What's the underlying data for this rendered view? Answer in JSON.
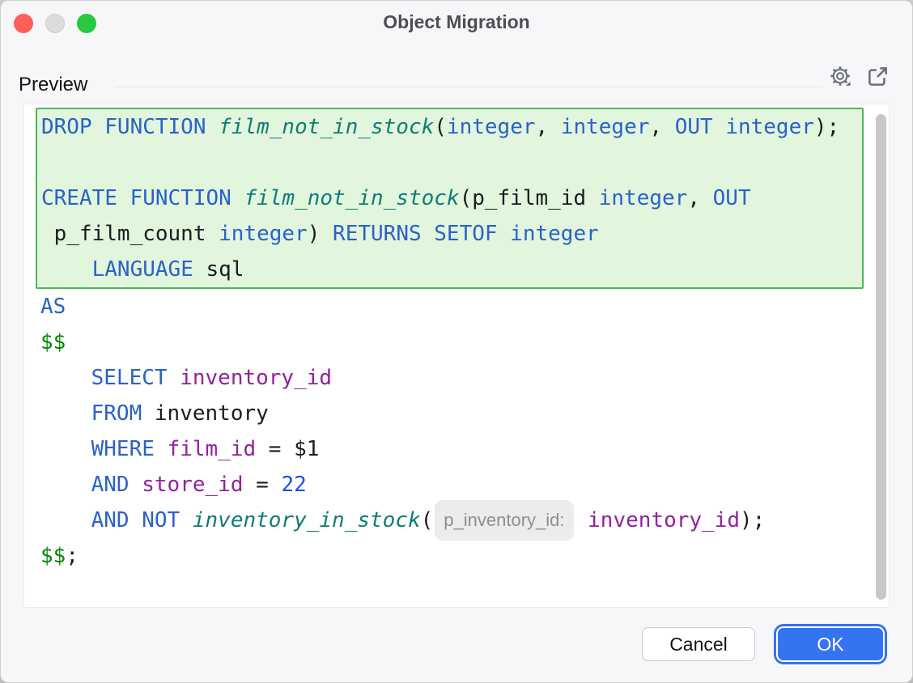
{
  "window": {
    "title": "Object Migration"
  },
  "titlebar_icons": [
    "close-icon",
    "minimize-icon",
    "zoom-icon"
  ],
  "toolbar": {
    "preview_label": "Preview",
    "icons": [
      "gear-icon",
      "open-in-new-window-icon"
    ]
  },
  "editor": {
    "colors": {
      "keyword": "#2A62C8",
      "function": "#0E7D76",
      "column": "#92219E",
      "number": "#1750EB",
      "dollar_quote": "#078408",
      "plain": "#1A1C20",
      "hint_text": "#8C8E92",
      "hint_bg": "#ECECED",
      "highlight_bg": "#E2F6DD",
      "highlight_border": "#4FB75C"
    },
    "parameter_hint": "p_inventory_id:",
    "lines": [
      {
        "hl": true,
        "segments": [
          {
            "t": "DROP FUNCTION ",
            "c": "kw"
          },
          {
            "t": "film_not_in_stock",
            "c": "fn"
          },
          {
            "t": "(",
            "c": "pl"
          },
          {
            "t": "integer",
            "c": "kw"
          },
          {
            "t": ", ",
            "c": "pl"
          },
          {
            "t": "integer",
            "c": "kw"
          },
          {
            "t": ", ",
            "c": "pl"
          },
          {
            "t": "OUT integer",
            "c": "kw"
          },
          {
            "t": ");",
            "c": "pl"
          }
        ]
      },
      {
        "hl": true,
        "segments": []
      },
      {
        "hl": true,
        "segments": [
          {
            "t": "CREATE FUNCTION ",
            "c": "kw"
          },
          {
            "t": "film_not_in_stock",
            "c": "fn"
          },
          {
            "t": "(p_film_id ",
            "c": "pl"
          },
          {
            "t": "integer",
            "c": "kw"
          },
          {
            "t": ", ",
            "c": "pl"
          },
          {
            "t": "OUT",
            "c": "kw"
          }
        ]
      },
      {
        "hl": true,
        "segments": [
          {
            "t": " p_film_count ",
            "c": "pl"
          },
          {
            "t": "integer",
            "c": "kw"
          },
          {
            "t": ") ",
            "c": "pl"
          },
          {
            "t": "RETURNS SETOF integer",
            "c": "kw"
          }
        ]
      },
      {
        "hl": true,
        "segments": [
          {
            "t": "    ",
            "c": "pl"
          },
          {
            "t": "LANGUAGE",
            "c": "kw"
          },
          {
            "t": " sql",
            "c": "pl"
          }
        ]
      },
      {
        "hl": false,
        "segments": [
          {
            "t": "AS",
            "c": "kw"
          }
        ]
      },
      {
        "hl": false,
        "segments": [
          {
            "t": "$$",
            "c": "dol"
          }
        ]
      },
      {
        "hl": false,
        "segments": [
          {
            "t": "    ",
            "c": "pl"
          },
          {
            "t": "SELECT",
            "c": "kw"
          },
          {
            "t": " ",
            "c": "pl"
          },
          {
            "t": "inventory_id",
            "c": "col"
          }
        ]
      },
      {
        "hl": false,
        "segments": [
          {
            "t": "    ",
            "c": "pl"
          },
          {
            "t": "FROM",
            "c": "kw"
          },
          {
            "t": " inventory",
            "c": "pl"
          }
        ]
      },
      {
        "hl": false,
        "segments": [
          {
            "t": "    ",
            "c": "pl"
          },
          {
            "t": "WHERE",
            "c": "kw"
          },
          {
            "t": " ",
            "c": "pl"
          },
          {
            "t": "film_id",
            "c": "col"
          },
          {
            "t": " = $1",
            "c": "pl"
          }
        ]
      },
      {
        "hl": false,
        "segments": [
          {
            "t": "    ",
            "c": "pl"
          },
          {
            "t": "AND",
            "c": "kw"
          },
          {
            "t": " ",
            "c": "pl"
          },
          {
            "t": "store_id",
            "c": "col"
          },
          {
            "t": " = ",
            "c": "pl"
          },
          {
            "t": "22",
            "c": "num"
          }
        ]
      },
      {
        "hl": false,
        "segments": [
          {
            "t": "    ",
            "c": "pl"
          },
          {
            "t": "AND NOT ",
            "c": "kw"
          },
          {
            "t": "inventory_in_stock",
            "c": "fn"
          },
          {
            "t": "(",
            "c": "pl"
          },
          {
            "t": "p_inventory_id:",
            "c": "hint"
          },
          {
            "t": " ",
            "c": "pl"
          },
          {
            "t": "inventory_id",
            "c": "col"
          },
          {
            "t": ");",
            "c": "pl"
          }
        ]
      },
      {
        "hl": false,
        "segments": [
          {
            "t": "$$",
            "c": "dol"
          },
          {
            "t": ";",
            "c": "pl"
          }
        ]
      }
    ]
  },
  "footer": {
    "cancel_label": "Cancel",
    "ok_label": "OK",
    "accent_color": "#3574F0"
  }
}
